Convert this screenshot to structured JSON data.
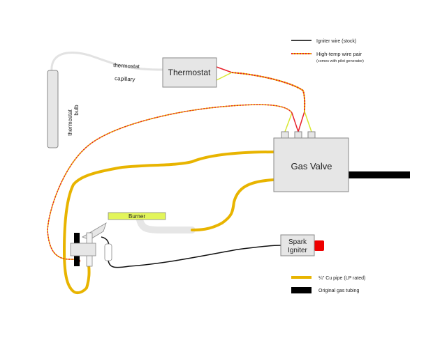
{
  "components": {
    "thermostat": "Thermostat",
    "gas_valve": "Gas Valve",
    "burner": "Burner",
    "spark_igniter_line1": "Spark",
    "spark_igniter_line2": "Igniter"
  },
  "labels": {
    "capillary_line1": "thermostat",
    "capillary_line2": "capillary",
    "bulb_line1": "thermostat",
    "bulb_line2": "bulb"
  },
  "legend": {
    "igniter_wire": "Igniter wire (stock)",
    "high_temp_pair": "High-temp wire pair",
    "high_temp_note": "(comes with pilot generator)",
    "cu_pipe": "¼\" Cu pipe (LP rated)",
    "orig_tubing": "Original gas tubing"
  },
  "colors": {
    "pipe": "#e8b400",
    "wire_red": "#e8202a",
    "wire_yellow": "#d8e830",
    "box_fill": "#e6e6e6",
    "box_stroke": "#888888",
    "burner_fill": "#e2f55a",
    "igniter_tip": "#ee0000",
    "tubing": "#000000"
  }
}
